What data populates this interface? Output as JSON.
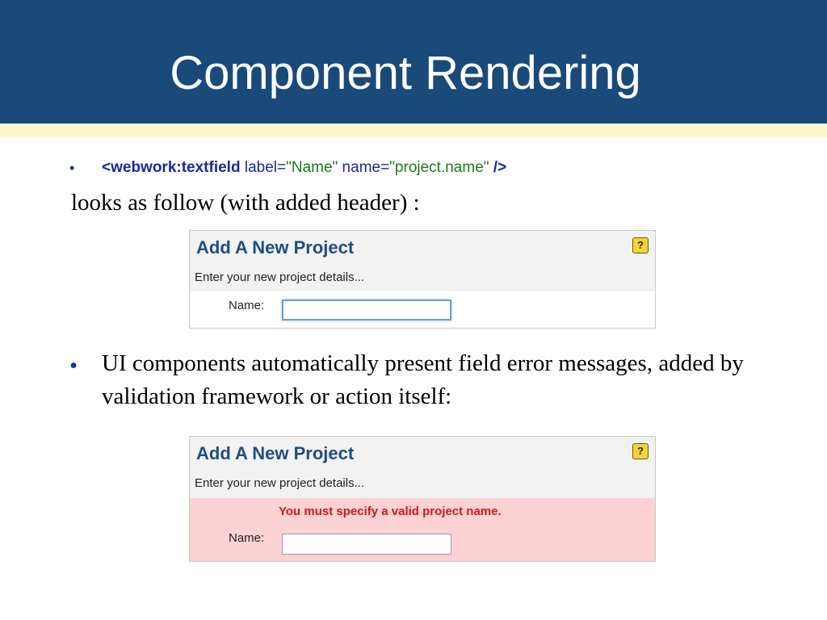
{
  "slide": {
    "title": "Component Rendering",
    "code_bullet": {
      "tag_open": "<webwork:textfield",
      "attr_label": " label=",
      "val_label": "\"Name\"",
      "attr_name": " name=",
      "val_name": "\"project.name\"",
      "tag_close": " />"
    },
    "text_looks": "looks as follow (with added header) :",
    "bullet_2": "UI components automatically present field error messages, added by validation framework or action itself:"
  },
  "form_1": {
    "title": "Add A New Project",
    "help_icon": "help-icon",
    "subtitle": "Enter your new project details...",
    "name_label": "Name:"
  },
  "form_2": {
    "title": "Add A New Project",
    "help_icon": "help-icon",
    "subtitle": "Enter your new project details...",
    "error": "You must specify a valid project name.",
    "name_label": "Name:"
  },
  "colors": {
    "title_bar": "#1a4a7a",
    "accent_strip": "#fbf8d0",
    "form_title": "#1e4e82",
    "error_text": "#cc1a1a",
    "error_bg": "#fcd2d2"
  }
}
